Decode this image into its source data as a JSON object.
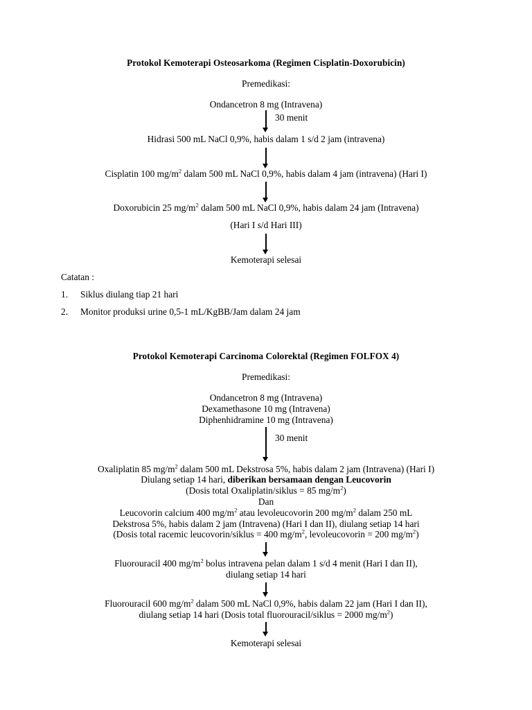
{
  "document": {
    "background": "#ffffff",
    "text_color": "#000000"
  },
  "protocol1": {
    "title": "Protokol Kemoterapi Osteosarkoma (Regimen Cisplatin-Doxorubicin)",
    "premedication_heading": "Premedikasi:",
    "premedication_items": [
      "Ondancetron 8 mg (Intravena)"
    ],
    "arrow1_label": "30 menit",
    "steps": [
      {
        "text_a": "Hidrasi 500 mL NaCl 0,9%, habis dalam 1 s/d 2 jam (intravena)"
      },
      {
        "text_a": "Cisplatin 100 mg/m",
        "sup": "2",
        "text_b": " dalam 500 mL NaCl 0,9%, habis dalam 4 jam (intravena) (Hari I)"
      },
      {
        "text_a": "Doxorubicin 25 mg/m",
        "sup": "2",
        "text_b": " dalam 500 mL NaCl 0,9%, habis dalam 24 jam (Intravena)",
        "text_c": "(Hari I s/d Hari III)"
      }
    ],
    "end_label": "Kemoterapi selesai",
    "notes_heading": "Catatan :",
    "notes": [
      {
        "num": "1.",
        "text": "Siklus diulang tiap 21 hari"
      },
      {
        "num": "2.",
        "text": "Monitor produksi urine 0,5-1 mL/KgBB/Jam dalam 24 jam"
      }
    ]
  },
  "protocol2": {
    "title": "Protokol Kemoterapi Carcinoma Colorektal (Regimen FOLFOX 4)",
    "premedication_heading": "Premedikasi:",
    "premedication_items": [
      "Ondancetron 8 mg (Intravena)",
      "Dexamethasone 10 mg (Intravena)",
      "Diphenhidramine 10 mg (Intravena)"
    ],
    "arrow1_label": "30 menit",
    "oxaliplatin": {
      "line1_a": "Oxaliplatin 85 mg/m",
      "line1_sup": "2",
      "line1_b": " dalam 500 mL Dekstrosa 5%, habis dalam 2 jam (Intravena) (Hari I)",
      "line2_plain": "Diulang setiap 14 hari, ",
      "line2_bold": "diberikan bersamaan dengan Leucovorin",
      "line3_a": "(Dosis total Oxaliplatin/siklus = 85 mg/m",
      "line3_sup": "2",
      "line3_b": ")"
    },
    "conjunction": "Dan",
    "leucovorin": {
      "line1_a": "Leucovorin calcium 400 mg/m",
      "line1_sup1": "2",
      "line1_b": " atau levoleucovorin 200 mg/m",
      "line1_sup2": "2",
      "line1_c": " dalam 250 mL",
      "line2": "Dekstrosa 5%, habis dalam 2 jam (Intravena) (Hari I dan II), diulang setiap 14 hari",
      "line3_a": "(Dosis total racemic leucovorin/siklus = 400 mg/m",
      "line3_sup1": "2",
      "line3_b": ", levoleucovorin =  200 mg/m",
      "line3_sup2": "2",
      "line3_c": ")"
    },
    "fluorouracil_bolus": {
      "line1_a": "Fluorouracil 400 mg/m",
      "line1_sup": "2",
      "line1_b": " bolus intravena pelan dalam 1 s/d 4 menit (Hari I dan II),",
      "line2": "diulang setiap 14 hari"
    },
    "fluorouracil_infusion": {
      "line1_a": "Fluorouracil 600 mg/m",
      "line1_sup": "2",
      "line1_b": " dalam 500 mL NaCl 0,9%, habis dalam 22 jam (Hari I dan II),",
      "line2_a": "diulang setiap 14 hari (Dosis total fluorouracil/siklus = 2000 mg/m",
      "line2_sup": "2",
      "line2_b": ")"
    },
    "end_label": "Kemoterapi selesai"
  }
}
